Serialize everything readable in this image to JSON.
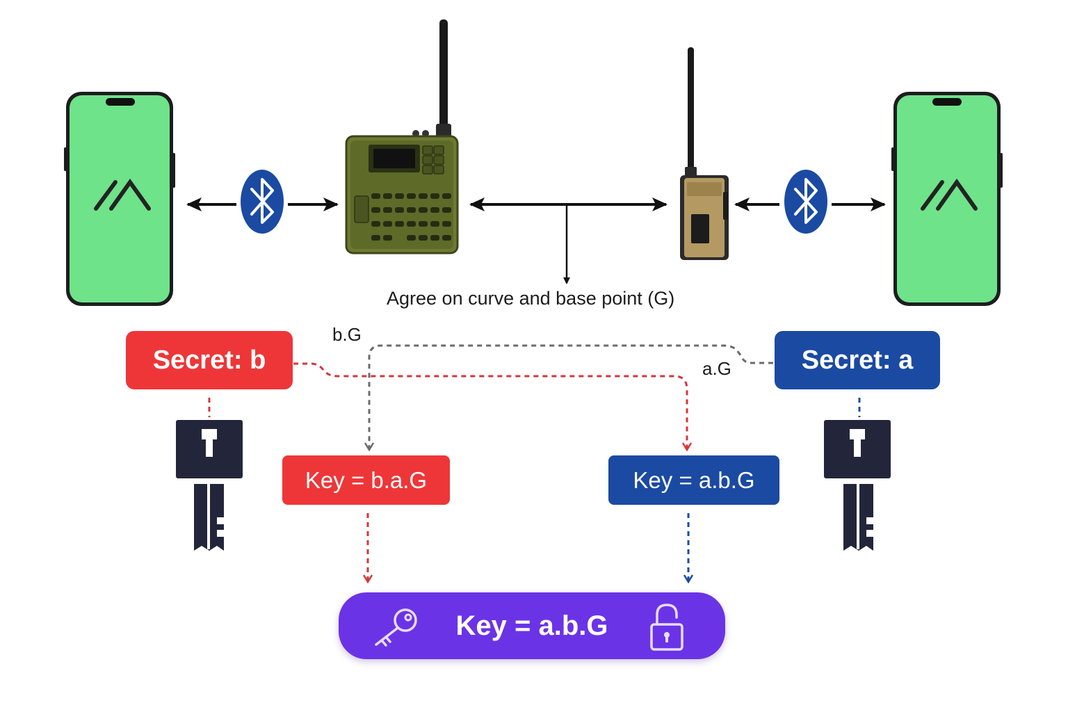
{
  "diagram": {
    "caption": "Agree on curve and base point (G)",
    "left_secret": "Secret: b",
    "right_secret": "Secret: a",
    "left_public": "b.G",
    "right_public": "a.G",
    "left_key": "Key = b.a.G",
    "right_key": "Key = a.b.G",
    "shared_key": "Key = a.b.G"
  },
  "icons": {
    "phone": "smartphone-icon",
    "bluetooth": "bluetooth-icon",
    "radio_large": "handheld-radio-icon",
    "radio_small": "walkie-talkie-icon",
    "key": "key-icon",
    "lock": "unlocked-padlock-icon"
  },
  "colors": {
    "phone_screen": "#6ee38a",
    "bluetooth": "#1b4aa2",
    "secret_b": "#ee3638",
    "secret_a": "#1b4aa2",
    "shared": "#6b33e6",
    "key_dark": "#23263a",
    "dash_gray": "#6b6b6b"
  }
}
